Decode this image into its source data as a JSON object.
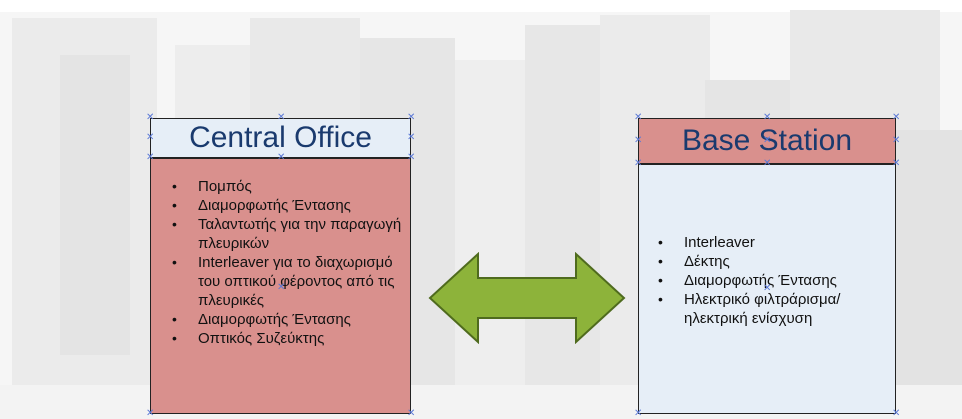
{
  "central_office": {
    "title": "Central Office",
    "items": [
      "Πομπός",
      "Διαμορφωτής Έντασης",
      "Ταλαντωτής για την παραγωγή πλευρικών",
      "Interleaver για το διαχωρισμό του οπτικού φέροντος από τις πλευρικές",
      "Διαμορφωτής Έντασης",
      "Οπτικός Συζεύκτης"
    ]
  },
  "base_station": {
    "title": "Base Station",
    "items": [
      "Interleaver",
      "Δέκτης",
      "Διαμορφωτής Έντασης",
      "Ηλεκτρικό φιλτράρισμα/ ηλεκτρική ενίσχυση"
    ]
  },
  "colors": {
    "box_red": "#d9908d",
    "box_light": "#e6eef7",
    "title_text": "#1a3a6e",
    "arrow_fill": "#8db33a",
    "arrow_stroke": "#4f6b1e",
    "handle": "#5b79d6"
  },
  "connector": {
    "shape": "double-headed-arrow"
  },
  "bullet_glyph": "•"
}
